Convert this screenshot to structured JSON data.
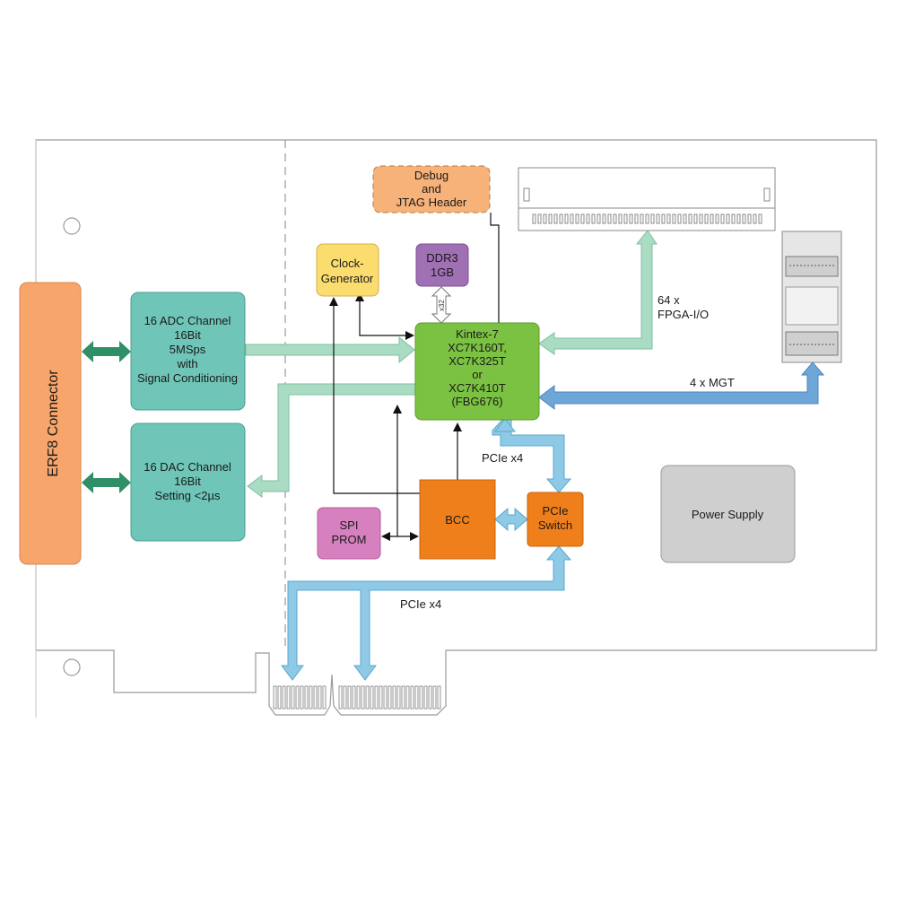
{
  "colors": {
    "board_outline": "#9a9a9a",
    "teal_block": "#6fc6b8",
    "teal_stroke": "#4c9f92",
    "green_arrow": "#2f8f66",
    "light_green_bus": "#a9dcc3",
    "fpga_green": "#7cc242",
    "fpga_stroke": "#5a9a2c",
    "orange_block": "#ef7f1a",
    "orange_stroke": "#c9640e",
    "debug_orange": "#f7b27a",
    "erf8_orange": "#f7a56a",
    "clock_yellow": "#fbdc6e",
    "ddr3_purple": "#a070b5",
    "spi_pink": "#d780bf",
    "pcie_blue": "#8ec9e6",
    "pcie_blue_stroke": "#5ca7cf",
    "mgt_blue": "#6fa6d8",
    "power_gray": "#cfcfcf"
  },
  "blocks": {
    "erf8": {
      "label": "ERF8 Connector"
    },
    "adc": {
      "lines": [
        "16 ADC Channel",
        "16Bit",
        "5MSps",
        "with",
        "Signal Conditioning"
      ]
    },
    "dac": {
      "lines": [
        "16 DAC Channel",
        "16Bit",
        "Setting <2µs"
      ]
    },
    "clock": {
      "lines": [
        "Clock-",
        "Generator"
      ]
    },
    "ddr3": {
      "lines": [
        "DDR3",
        "1GB"
      ],
      "bus_width": "x32"
    },
    "debug": {
      "lines": [
        "Debug",
        "and",
        "JTAG Header"
      ]
    },
    "fpga": {
      "lines": [
        "Kintex-7",
        "XC7K160T,",
        "XC7K325T",
        "or",
        "XC7K410T",
        "(FBG676)"
      ]
    },
    "bcc": {
      "label": "BCC"
    },
    "pcie_switch": {
      "lines": [
        "PCIe",
        "Switch"
      ]
    },
    "spi_prom": {
      "lines": [
        "SPI",
        "PROM"
      ]
    },
    "power_supply": {
      "label": "Power Supply"
    }
  },
  "annotations": {
    "fpga_io": [
      "64 x",
      "FPGA-I/O"
    ],
    "mgt": "4 x MGT",
    "pcie_upper": "PCIe x4",
    "pcie_lower": "PCIe x4"
  }
}
